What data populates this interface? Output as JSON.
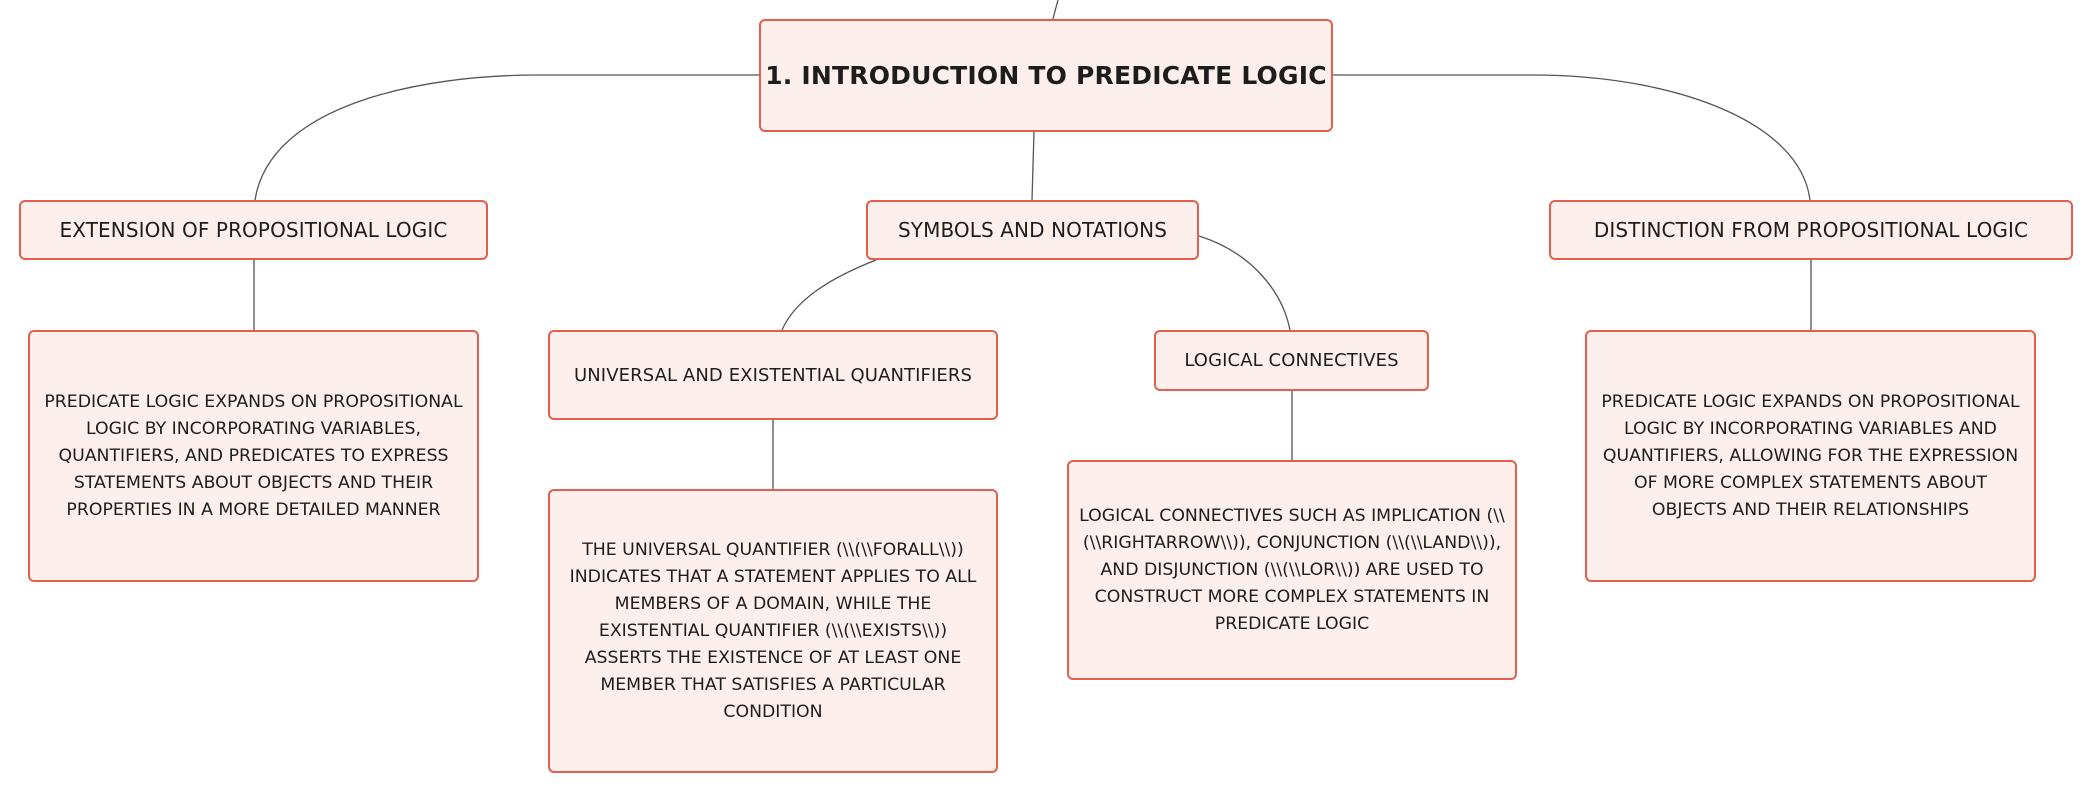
{
  "diagram": {
    "root": {
      "title": "1. INTRODUCTION TO PREDICATE LOGIC"
    },
    "branches": [
      {
        "label": "EXTENSION OF PROPOSITIONAL LOGIC",
        "detail": "PREDICATE LOGIC EXPANDS ON PROPOSITIONAL LOGIC BY INCORPORATING VARIABLES, QUANTIFIERS, AND PREDICATES TO EXPRESS STATEMENTS ABOUT OBJECTS AND THEIR PROPERTIES IN A MORE DETAILED MANNER"
      },
      {
        "label": "SYMBOLS AND NOTATIONS",
        "children": [
          {
            "label": "UNIVERSAL AND EXISTENTIAL QUANTIFIERS",
            "detail": "THE UNIVERSAL QUANTIFIER (\\\\(\\\\FORALL\\\\)) INDICATES THAT A STATEMENT APPLIES TO ALL MEMBERS OF A DOMAIN, WHILE THE EXISTENTIAL QUANTIFIER (\\\\(\\\\EXISTS\\\\)) ASSERTS THE EXISTENCE OF AT LEAST ONE MEMBER THAT SATISFIES A PARTICULAR CONDITION"
          },
          {
            "label": "LOGICAL CONNECTIVES",
            "detail": "LOGICAL CONNECTIVES SUCH AS IMPLICATION (\\\\(\\\\RIGHTARROW\\\\)), CONJUNCTION (\\\\(\\\\LAND\\\\)), AND DISJUNCTION (\\\\(\\\\LOR\\\\)) ARE USED TO CONSTRUCT MORE COMPLEX STATEMENTS IN PREDICATE LOGIC"
          }
        ]
      },
      {
        "label": "DISTINCTION FROM PROPOSITIONAL LOGIC",
        "detail": "PREDICATE LOGIC EXPANDS ON PROPOSITIONAL LOGIC BY INCORPORATING VARIABLES AND QUANTIFIERS, ALLOWING FOR THE EXPRESSION OF MORE COMPLEX STATEMENTS ABOUT OBJECTS AND THEIR RELATIONSHIPS"
      }
    ],
    "colors": {
      "node_border": "#e15f4f",
      "node_fill": "#fdf0ec",
      "connector": "#555555",
      "text": "#1d1d1d"
    }
  }
}
